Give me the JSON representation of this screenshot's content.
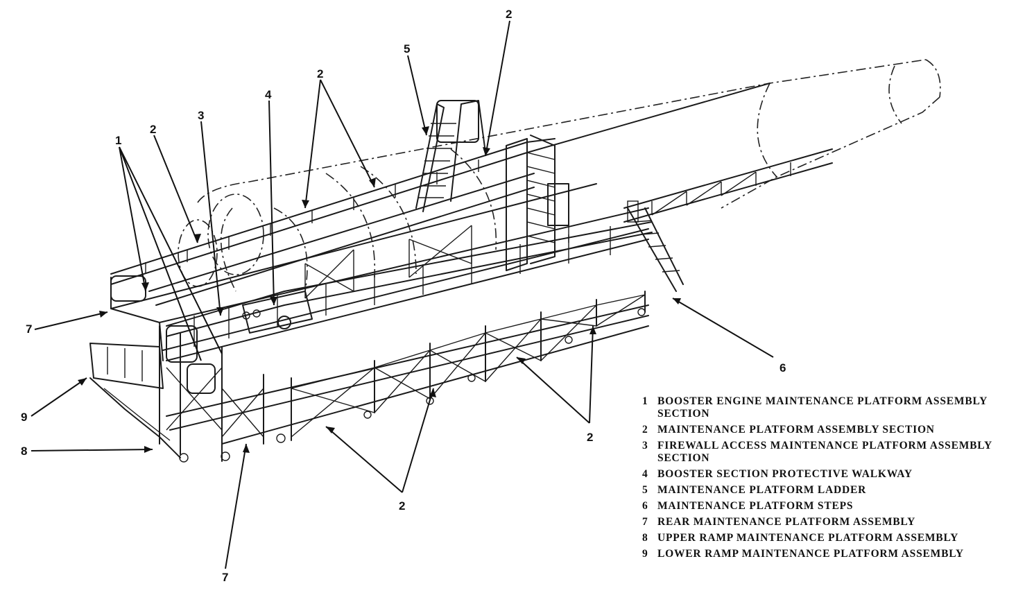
{
  "callouts": [
    {
      "id": "c1",
      "label": "1"
    },
    {
      "id": "c2a",
      "label": "2"
    },
    {
      "id": "c3",
      "label": "3"
    },
    {
      "id": "c4",
      "label": "4"
    },
    {
      "id": "c2b",
      "label": "2"
    },
    {
      "id": "c5",
      "label": "5"
    },
    {
      "id": "c2c",
      "label": "2"
    },
    {
      "id": "c7a",
      "label": "7"
    },
    {
      "id": "c9",
      "label": "9"
    },
    {
      "id": "c8",
      "label": "8"
    },
    {
      "id": "c7b",
      "label": "7"
    },
    {
      "id": "c2d",
      "label": "2"
    },
    {
      "id": "c2e",
      "label": "2"
    },
    {
      "id": "c6",
      "label": "6"
    }
  ],
  "legend": [
    {
      "number": "1",
      "text": "BOOSTER ENGINE MAINTENANCE PLATFORM ASSEMBLY SECTION"
    },
    {
      "number": "2",
      "text": "MAINTENANCE PLATFORM ASSEMBLY SECTION"
    },
    {
      "number": "3",
      "text": "FIREWALL ACCESS MAINTENANCE PLATFORM ASSEMBLY SECTION"
    },
    {
      "number": "4",
      "text": "BOOSTER SECTION  PROTECTIVE WALKWAY"
    },
    {
      "number": "5",
      "text": "MAINTENANCE PLATFORM LADDER"
    },
    {
      "number": "6",
      "text": "MAINTENANCE PLATFORM STEPS"
    },
    {
      "number": "7",
      "text": "REAR MAINTENANCE PLATFORM ASSEMBLY"
    },
    {
      "number": "8",
      "text": "UPPER RAMP MAINTENANCE PLATFORM ASSEMBLY"
    },
    {
      "number": "9",
      "text": "LOWER RAMP MAINTENANCE PLATFORM ASSEMBLY"
    }
  ]
}
